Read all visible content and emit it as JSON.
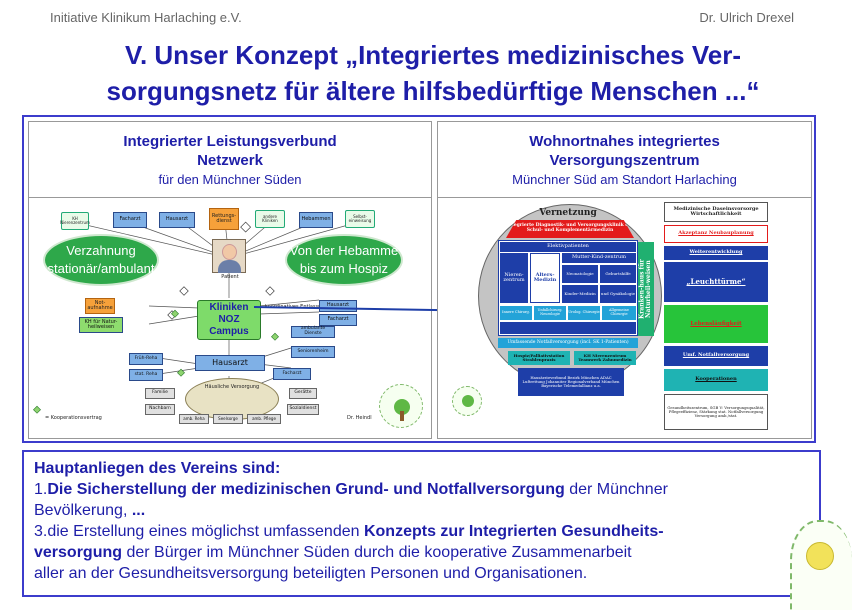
{
  "header": {
    "org": "Initiative Klinikum Harlaching e.V.",
    "author": "Dr. Ulrich Drexel"
  },
  "title": {
    "line1": "V. Unser Konzept „Integriertes medizinisches Ver-",
    "line2": "sorgungsnetz für ältere hilfsbedürftige  Menschen  ...“"
  },
  "left_panel": {
    "heading1": "Integrierter Leistungsverbund",
    "heading2": "Netzwerk",
    "subheading": "für den Münchner Süden",
    "top_nodes": [
      "KH Nierenzentrum",
      "Facharzt",
      "Hausarzt",
      "Rettungs-dienst",
      "andere Kliniken",
      "Hebammen",
      "Selbst-einweisung"
    ],
    "oval_left": "Verzahnung stationär/ambulant",
    "oval_right": "Von der Hebamme bis zum Hospiz",
    "patient_label": "Patient",
    "center_label": "Kliniken NOZ Campus",
    "left_nodes": [
      "Not-aufnahme",
      "KH für Natur-heilweisen"
    ],
    "discharge_label": "koordinatives Entlassung",
    "right_top_nodes": [
      "Hausarzt",
      "Facharzt"
    ],
    "hausarzt": "Hausarzt",
    "mid_right_nodes": [
      "ambulante Dienste",
      "Seniorenheim"
    ],
    "left_care_nodes": [
      "Früh-Reha",
      "stat. Reha"
    ],
    "hausliche": "Häusliche Versorgung",
    "familie": "Familie",
    "nachbarn": "Nachbarn",
    "bottom_nodes": [
      "amb. Reha",
      "Seelsorge",
      "amb. Pflege"
    ],
    "right_bottom_nodes": [
      "Facharzt",
      "Gerätte",
      "Sozialdienst"
    ],
    "legend": "= Kooperationsvertrag",
    "credit": "Dr. Heindl"
  },
  "right_panel": {
    "heading1": "Wohnortnahes integriertes",
    "heading2": "Versorgungszentrum",
    "subheading": "Münchner Süd am Standort Harlaching",
    "vernetzung": "Vernetzung",
    "red_bar": "Integrierte Diagnostik- und Versorgungsklinik der Schul- und Komplementärmedizin",
    "elektiv": "Elektivpatienten",
    "col_titles": [
      "Nieren-zentrum",
      "Alters-Medizin",
      "Mutter-Kind-zentrum",
      "Kranken-haus für Naturheil-weisen"
    ],
    "sub_titles": [
      "Neonatologie",
      "Geburtshilfe",
      "Kinder-Medizin",
      "und Gynäkologie"
    ],
    "row_boxes": [
      "Innere Chirurg.",
      "Unfallchirurg. Neurologie",
      "Urolog. Chirurgie",
      "Allgemeine Chirurgie"
    ],
    "notfall": "Umfassende Notfallversorgung (incl. SK 1-Patienten)",
    "hospiz": "Hospiz/Palliativstation Strahlenpraxis",
    "kh_netz": "KH Nierenzentrum Teamwerk Zahnmedizin",
    "hausarzt_verb": "Hausärzteverbund Bezirk München ADAC Luftrettung Johanniter Regionalverband München Bayerische Telemedallianz u.a.",
    "side_header": "Medizinische Daseinsvorsorge Wirtschaftlichkeit",
    "side_red": "Akzeptanz Neubauplanung",
    "side_blue1": "Weiterentwicklung",
    "side_blue2": "„Leuchttürme“",
    "side_green": "Lebensläufigkeit",
    "side_blue3": "Umf. Notfallversorgung",
    "side_teal": "Kooperationen",
    "side_bottom": "Gesundheitszentrum, SGB V: Versorgungsqualität, Pflegeeffizienz, Stärkung stat. Notfallversorgung Versorgung amb./stat."
  },
  "lower": {
    "heading": "Hauptanliegen des Vereins sind:",
    "item1_prefix": "1.",
    "item1_bold": "Die Sicherstellung der medizinischen Grund- und Notfallversorgung",
    "item1_rest": " der Münchner",
    "item1_line2": "Bevölkerung, ",
    "item1_ellipsis": "...",
    "item3_prefix": "3.die Erstellung eines möglichst umfassenden ",
    "item3_bold1": "Konzepts zur Integrierten Gesundheits-",
    "item3_bold2": "versorgung",
    "item3_rest": " der Bürger im Münchner Süden durch die kooperative Zusammenarbeit",
    "item3_line3": "aller an der Gesundheitsversorgung beteiligten Personen und Organisationen."
  }
}
